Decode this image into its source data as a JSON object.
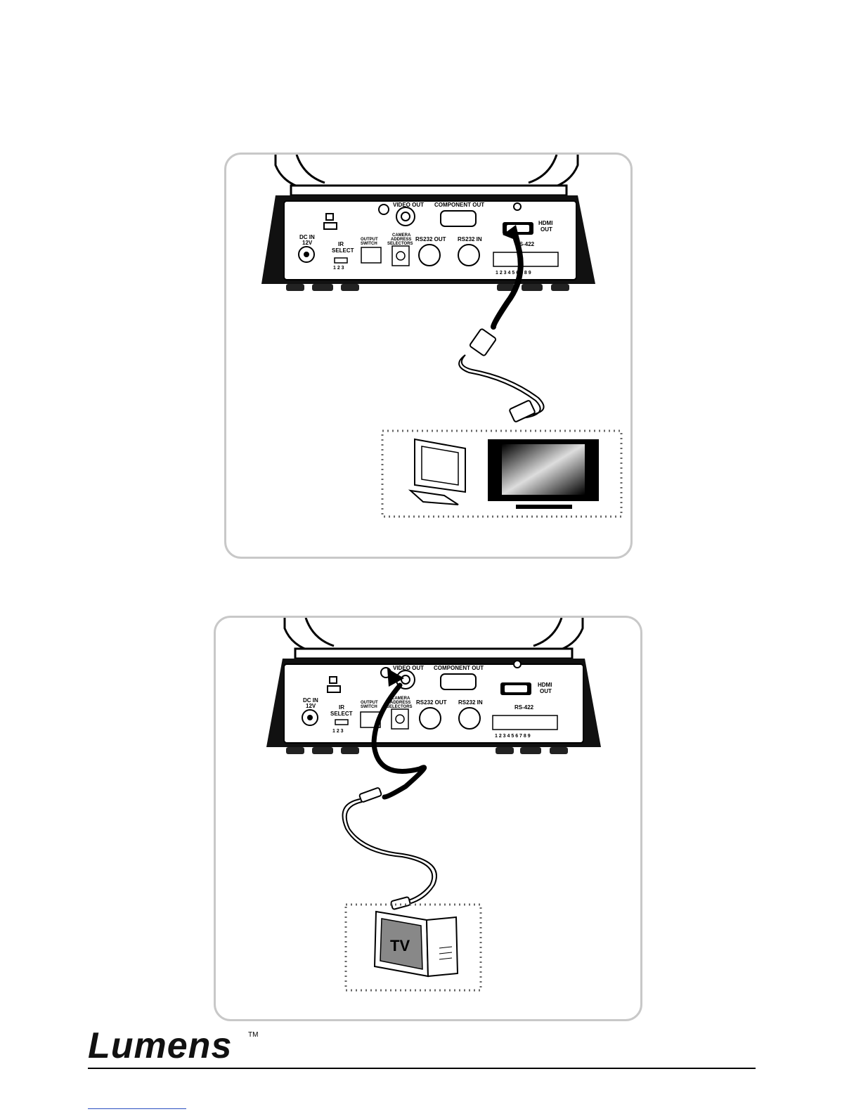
{
  "panel_hdmi": {
    "labels": {
      "video_out": "VIDEO OUT",
      "component_out": "COMPONENT  OUT",
      "hdmi_out_line1": "HDMI",
      "hdmi_out_line2": "OUT",
      "dc_in_line1": "DC IN",
      "dc_in_line2": "12V",
      "output_switch_line1": "OUTPUT",
      "output_switch_line2": "SWITCH",
      "camera_address_line1": "CAMERA",
      "camera_address_line2": "ADDRESS",
      "camera_address_line3": "SELECTORS",
      "rs232_out": "RS232 OUT",
      "rs232_in": "RS232 IN",
      "rs422": "RS-422",
      "ir_select_line1": "IR",
      "ir_select_line2": "SELECT",
      "ir_numbers": "1  2  3",
      "rs422_pins": "1  2  3  4  5  6  7  8  9"
    }
  },
  "panel_video": {
    "labels": {
      "video_out": "VIDEO OUT",
      "component_out": "COMPONENT  OUT",
      "hdmi_out_line1": "HDMI",
      "hdmi_out_line2": "OUT",
      "dc_in_line1": "DC IN",
      "dc_in_line2": "12V",
      "output_switch_line1": "OUTPUT",
      "output_switch_line2": "SWITCH",
      "camera_address_line1": "CAMERA",
      "camera_address_line2": "ADDRESS",
      "camera_address_line3": "SELECTORS",
      "rs232_out": "RS232 OUT",
      "rs232_in": "RS232 IN",
      "rs422": "RS-422",
      "ir_select_line1": "IR",
      "ir_select_line2": "SELECT",
      "ir_numbers": "1  2  3",
      "rs422_pins": "1  2  3  4  5  6  7  8  9"
    },
    "tv_label": "TV"
  },
  "footer": {
    "logo_text": "Lumens",
    "trademark": "TM"
  }
}
